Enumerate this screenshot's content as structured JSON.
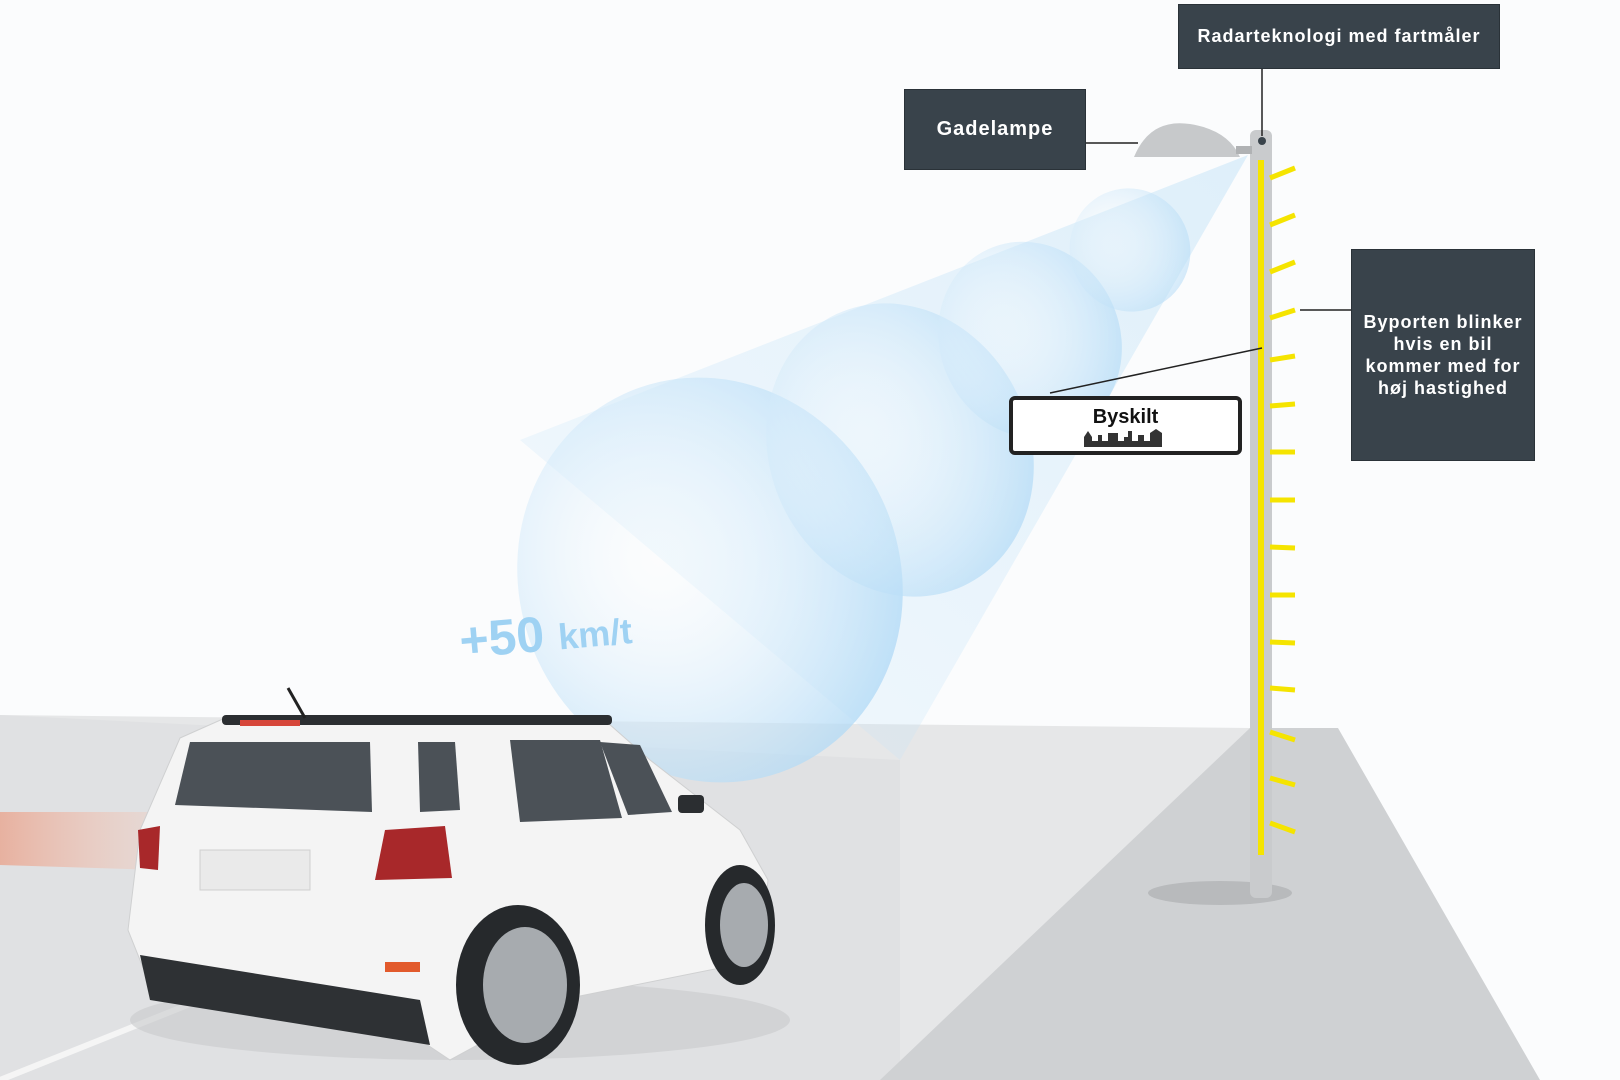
{
  "labels": {
    "radar": "Radarteknologi med fartmåler",
    "street_lamp": "Gadelampe",
    "gate_blink": "Byporten blinker hvis en bil kommer med for høj hastighed",
    "city_sign": "Byskilt"
  },
  "speed": {
    "value": "+50",
    "unit": "km/t"
  },
  "colors": {
    "label_bg": "#39434b",
    "radar_beam": "#9fd2f3",
    "pole_lights": "#f5e400"
  }
}
